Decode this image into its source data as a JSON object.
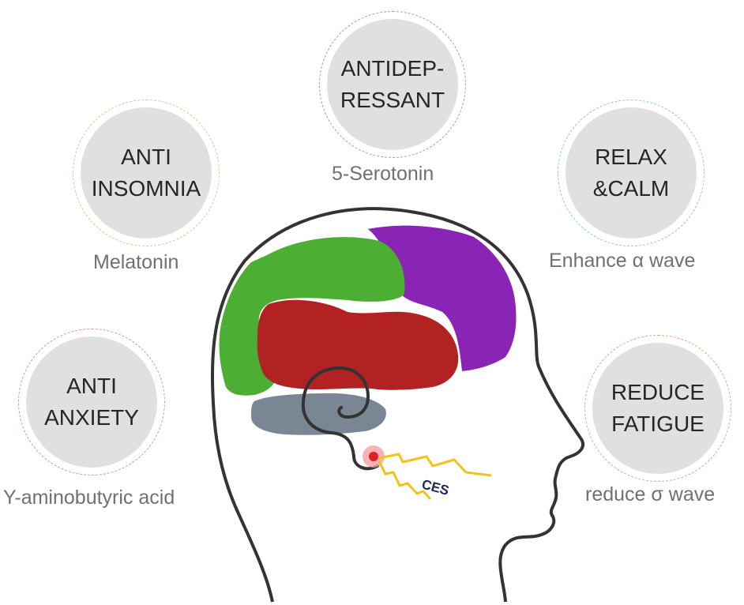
{
  "badges": [
    {
      "id": "antidepressant",
      "lines": [
        "ANTIDEP-",
        "RESSANT"
      ],
      "caption": "5-Serotonin",
      "ring_color": "#b48fd6"
    },
    {
      "id": "anti-insomnia",
      "lines": [
        "ANTI",
        "INSOMNIA"
      ],
      "caption": "Melatonin",
      "ring_color": "#b9d98e"
    },
    {
      "id": "relax-calm",
      "lines": [
        "RELAX",
        "&CALM"
      ],
      "caption": "Enhance α wave",
      "ring_color": "#8fd0b0"
    },
    {
      "id": "anti-anxiety",
      "lines": [
        "ANTI",
        "ANXIETY"
      ],
      "caption": "Y-aminobutyric acid",
      "ring_color": "#e89090"
    },
    {
      "id": "reduce-fatigue",
      "lines": [
        "REDUCE",
        "FATIGUE"
      ],
      "caption": "reduce σ wave",
      "ring_color": "#f0a080"
    }
  ],
  "head": {
    "stimulation_label": "CES",
    "colors": {
      "frontal": "#4cae33",
      "parietal": "#8a24b4",
      "temporal": "#b22222",
      "cerebellum": "#7b8694",
      "outline": "#333333",
      "bolt": "#f2c21b",
      "electrode": "#e02020"
    }
  }
}
